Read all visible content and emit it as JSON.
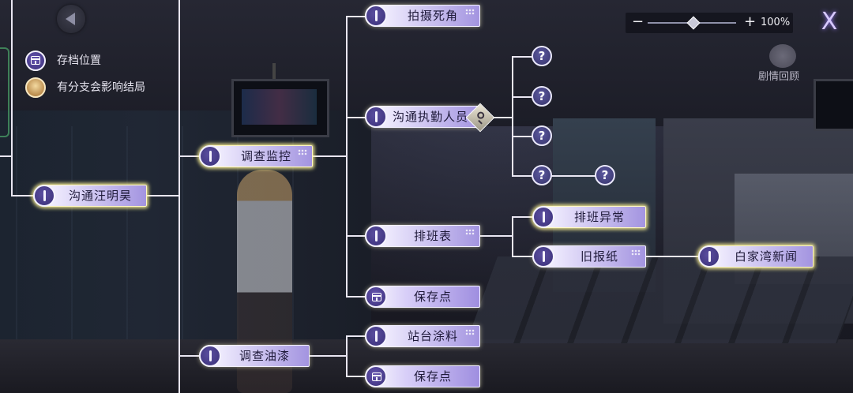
{
  "nodes": {
    "paishe": "拍摄死角",
    "goutong_zhiqin": "沟通执勤人员",
    "diaocha_jiankong": "调查监控",
    "goutong_wang": "沟通汪明昊",
    "paibanbiao": "排班表",
    "baocundian1": "保存点",
    "diaocha_youqi": "调查油漆",
    "zhantai_tuliao": "站台涂料",
    "baocundian2": "保存点",
    "paiban_yichang": "排班异常",
    "jiubaozhi": "旧报纸",
    "baijiawan": "白家湾新闻"
  },
  "question_marks": [
    "?",
    "?",
    "?",
    "?",
    "?"
  ],
  "legend": {
    "save_label": "存档位置",
    "branch_label": "有分支会影响结局"
  },
  "zoom": {
    "minus": "−",
    "plus": "+",
    "value": "100%"
  },
  "close_label": "X",
  "review_label": "剧情回顾",
  "colors": {
    "line": "#e9e6f2",
    "node_start": "#ffffff",
    "node_end": "#a394e0",
    "badge": "#3a2f78",
    "glow": "#fff5a0"
  }
}
